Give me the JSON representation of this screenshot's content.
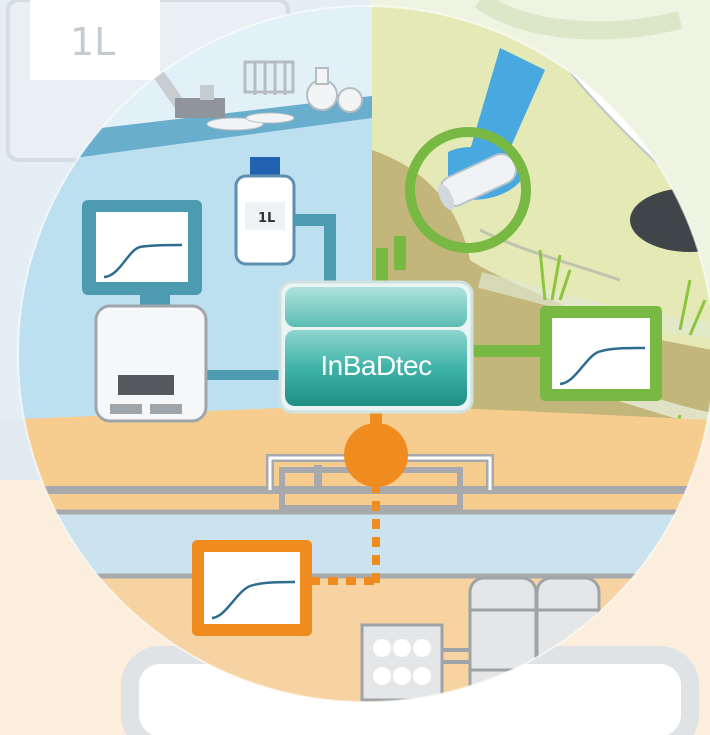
{
  "labels": {
    "background_bottle_volume": "1L",
    "bottle_volume": "1L",
    "device_name": "InBaDtec"
  },
  "colors": {
    "lab_blue": "#bfe0f0",
    "lab_frame": "#4d9bb1",
    "environment_green": "#78b944",
    "industry_orange": "#f08c1f",
    "device_teal": "#2fa39b"
  }
}
